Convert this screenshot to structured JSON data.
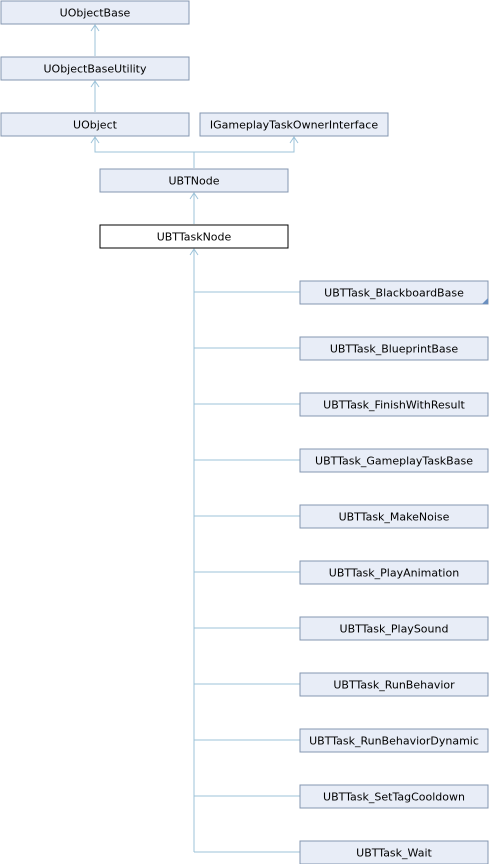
{
  "nodes": {
    "uobjectbase": "UObjectBase",
    "uobjectbaseutility": "UObjectBaseUtility",
    "uobject": "UObject",
    "igameplaytaskownerinterface": "IGameplayTaskOwnerInterface",
    "ubtnode": "UBTNode",
    "ubttasknode": "UBTTaskNode",
    "children": [
      "UBTTask_BlackboardBase",
      "UBTTask_BlueprintBase",
      "UBTTask_FinishWithResult",
      "UBTTask_GameplayTaskBase",
      "UBTTask_MakeNoise",
      "UBTTask_PlayAnimation",
      "UBTTask_PlaySound",
      "UBTTask_RunBehavior",
      "UBTTask_RunBehaviorDynamic",
      "UBTTask_SetTagCooldown",
      "UBTTask_Wait"
    ]
  }
}
